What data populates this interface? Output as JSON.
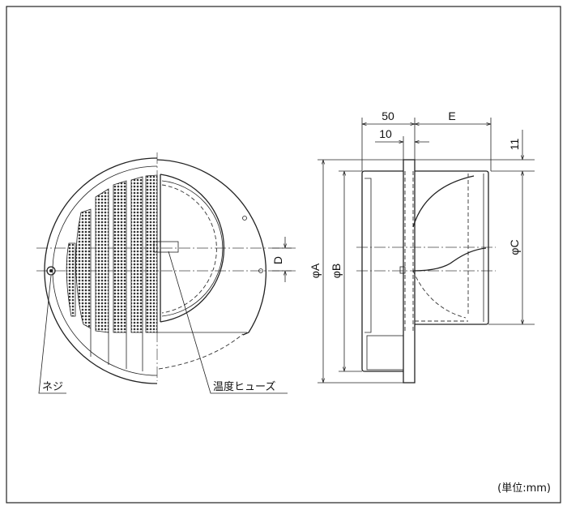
{
  "labels": {
    "screw": "ネジ",
    "thermal_fuse": "温度ヒューズ",
    "unit": "(単位:mm)"
  },
  "dimensions": {
    "depth_50": "50",
    "E": "E",
    "flange_10": "10",
    "offset_11": "11",
    "phiA": "φA",
    "phiB": "φB",
    "phiC": "φC",
    "D": "D"
  }
}
